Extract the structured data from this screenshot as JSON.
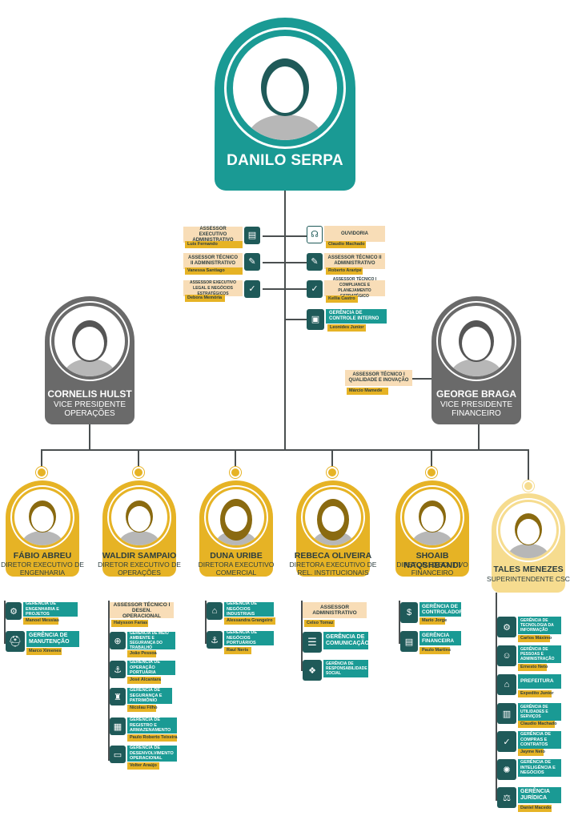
{
  "ceo": {
    "name": "DANILO SERPA"
  },
  "vps": [
    {
      "name": "CORNELIS HULST",
      "role": "VICE PRESIDENTE OPERAÇÕES"
    },
    {
      "name": "GEORGE BRAGA",
      "role": "VICE PRESIDENTE FINANCEIRO"
    }
  ],
  "staff_left": [
    {
      "title": "ASSESSOR EXECUTIVO ADMINISTRATIVO",
      "person": "Luis Fernando",
      "icon": "document-icon"
    },
    {
      "title": "ASSESSOR TÉCNICO II ADMINISTRATIVO",
      "person": "Vanessa Santiago",
      "icon": "document-edit-icon"
    },
    {
      "title": "ASSESSOR EXECUTIVO LEGAL E NEGÓCIOS ESTRATÉGICOS",
      "person": "Debora Memória",
      "icon": "document-check-icon"
    }
  ],
  "staff_right": [
    {
      "title": "OUVIDORIA",
      "person": "Claudio Machado",
      "icon": "speech-icon"
    },
    {
      "title": "ASSESSOR TÉCNICO II ADMINISTRATIVO",
      "person": "Roberto Araripe",
      "icon": "document-edit-icon"
    },
    {
      "title": "ASSESSOR TÉCNICO I COMPLIANCE E PLANEJAMENTO ESTRATÉGICO",
      "person": "Kellia Castro",
      "icon": "document-check-icon"
    },
    {
      "title": "GERÊNCIA DE CONTROLE INTERNO",
      "person": "Leonides Junior",
      "icon": "monitor-icon"
    }
  ],
  "vp_staff": {
    "title": "ASSESSOR TÉCNICO I QUALIDADE E INOVAÇÃO",
    "person": "Márcio Mamede"
  },
  "directors": [
    {
      "name": "FÁBIO ABREU",
      "role": "DIRETOR EXECUTIVO DE ENGENHARIA"
    },
    {
      "name": "WALDIR SAMPAIO",
      "role": "DIRETOR EXECUTIVO DE OPERAÇÕES"
    },
    {
      "name": "DUNA URIBE",
      "role": "DIRETORA EXECUTIVO COMERCIAL"
    },
    {
      "name": "REBECA OLIVEIRA",
      "role": "DIRETORA EXECUTIVO DE REL. INSTITUCIONAIS"
    },
    {
      "name": "SHOAIB NAQSHBANDI",
      "role": "DIRETOR EXECUTIVO FINANCEIRO"
    },
    {
      "name": "TALES MENEZES",
      "role": "SUPERINTENDENTE CSC"
    }
  ],
  "col1": [
    {
      "title": "GERÊNCIA DE ENGENHARIA E PROJETOS",
      "person": "Manoel Messias"
    },
    {
      "title": "GERÊNCIA DE MANUTENÇÃO",
      "person": "Marco Ximenes"
    }
  ],
  "col2_assessor": {
    "title": "ASSESSOR TÉCNICO I DESEN. OPERACIONAL",
    "person": "Halysson Farias"
  },
  "col2": [
    {
      "title": "GERÊNCIA DE MEIO AMBIENTE E SEGURANÇA DO TRABALHO",
      "person": "João Pessoa"
    },
    {
      "title": "GERÊNCIA DE OPERAÇÃO PORTUÁRIA",
      "person": "José Alcantara"
    },
    {
      "title": "GERÊNCIA DE SEGURANÇA E PATRIMÔNIO",
      "person": "Nicolau Filho"
    },
    {
      "title": "GERÊNCIA DE REGISTRO E ARMAZENAMENTO",
      "person": "Paulo Roberto Teixeira"
    },
    {
      "title": "GERÊNCIA DE DESENVOLVIMENTO OPERACIONAL",
      "person": "Volter Araújo"
    }
  ],
  "col3": [
    {
      "title": "GERÊNCIA DE NEGÓCIOS INDUSTRIAIS",
      "person": "Alessandra Grangeiro"
    },
    {
      "title": "GERÊNCIA DE NEGÓCIOS PORTUÁRIOS",
      "person": "Raul Neris"
    }
  ],
  "col4_assessor": {
    "title": "ASSESSOR ADMINISTRATIVO",
    "person": "Celso Tomaz"
  },
  "col4": [
    {
      "title": "GERÊNCIA DE COMUNICAÇÃO",
      "person": ""
    },
    {
      "title": "GERÊNCIA DE RESPONSABILIDADE SOCIAL",
      "person": ""
    }
  ],
  "col5": [
    {
      "title": "GERÊNCIA DE CONTROLADORIA",
      "person": "Mario Jorge"
    },
    {
      "title": "GERÊNCIA FINANCEIRA",
      "person": "Paulo Martins"
    }
  ],
  "col6": [
    {
      "title": "GERÊNCIA DE TECNOLOGIA DA INFORMAÇÃO",
      "person": "Carlos Máximo"
    },
    {
      "title": "GERÊNCIA DE PESSOAS E ADMINISTRAÇÃO",
      "person": "Ernesto Neto"
    },
    {
      "title": "PREFEITURA",
      "person": "Expedito Junior"
    },
    {
      "title": "GERÊNCIA DE UTILIDADES E SERVIÇOS",
      "person": "Claudio Machado"
    },
    {
      "title": "GERÊNCIA DE COMPRAS E CONTRATOS",
      "person": "Jayme Neto"
    },
    {
      "title": "GERÊNCIA DE INTELIGÊNCIA E NEGÓCIOS",
      "person": ""
    },
    {
      "title": "GERÊNCIA JURÍDICA",
      "person": "Daniel Macedo"
    }
  ],
  "colors": {
    "teal": "#1a9a94",
    "dark_teal": "#1f5a59",
    "gold": "#e6b325",
    "light_gold": "#f6dc8f",
    "peach": "#f8ddb7",
    "gray": "#6a6a6a"
  }
}
